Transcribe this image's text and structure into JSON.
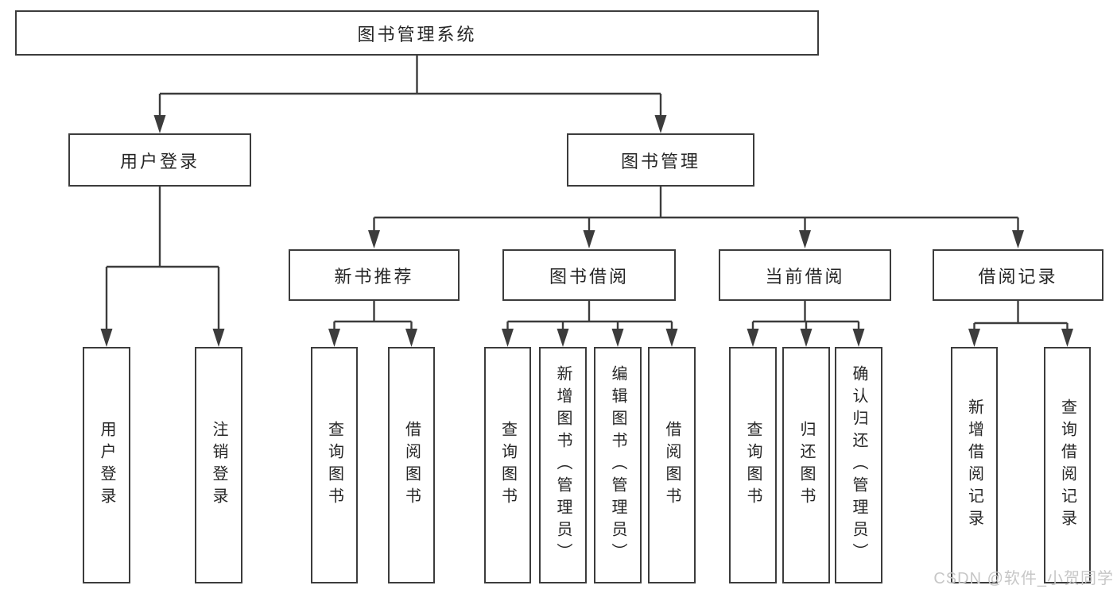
{
  "diagram_title": "图书管理系统",
  "nodes": {
    "root": {
      "label": "图书管理系统"
    },
    "user_login": {
      "label": "用户登录"
    },
    "book_mgmt": {
      "label": "图书管理"
    },
    "new_book_rec": {
      "label": "新书推荐"
    },
    "book_borrow": {
      "label": "图书借阅"
    },
    "current_borrow": {
      "label": "当前借阅"
    },
    "borrow_records": {
      "label": "借阅记录"
    },
    "leaf_user_login": {
      "label": "用户登录"
    },
    "leaf_logout": {
      "label": "注销登录"
    },
    "leaf_rec_query": {
      "label": "查询图书"
    },
    "leaf_rec_borrow": {
      "label": "借阅图书"
    },
    "leaf_bb_query": {
      "label": "查询图书"
    },
    "leaf_bb_add": {
      "label": "新增图书（管理员）"
    },
    "leaf_bb_edit": {
      "label": "编辑图书（管理员）"
    },
    "leaf_bb_borrow": {
      "label": "借阅图书"
    },
    "leaf_cb_query": {
      "label": "查询图书"
    },
    "leaf_cb_return": {
      "label": "归还图书"
    },
    "leaf_cb_confirm": {
      "label": "确认归还（管理员）"
    },
    "leaf_br_add": {
      "label": "新增借阅记录"
    },
    "leaf_br_query": {
      "label": "查询借阅记录"
    }
  },
  "hierarchy": {
    "图书管理系统": {
      "用户登录": [
        "用户登录",
        "注销登录"
      ],
      "图书管理": {
        "新书推荐": [
          "查询图书",
          "借阅图书"
        ],
        "图书借阅": [
          "查询图书",
          "新增图书（管理员）",
          "编辑图书（管理员）",
          "借阅图书"
        ],
        "当前借阅": [
          "查询图书",
          "归还图书",
          "确认归还（管理员）"
        ],
        "借阅记录": [
          "新增借阅记录",
          "查询借阅记录"
        ]
      }
    }
  },
  "watermark": "CSDN @软件_小贺同学",
  "colors": {
    "line": "#3c3c3c",
    "box_border": "#3c3c3c",
    "box_fill": "#ffffff",
    "text": "#262626",
    "watermark": "#c7c7c7",
    "background": "#ffffff"
  }
}
